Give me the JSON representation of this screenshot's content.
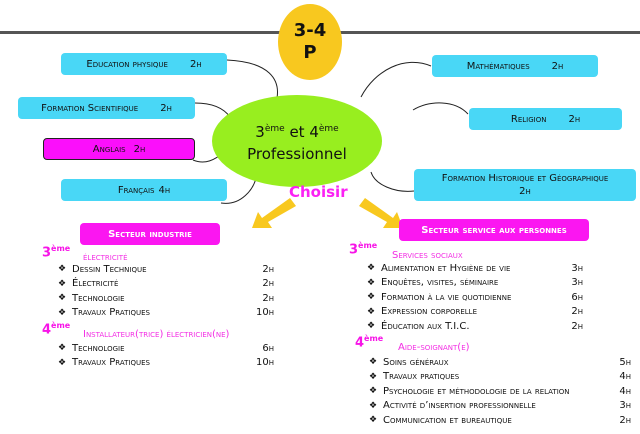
{
  "badge": {
    "line1": "3-4",
    "line2": "P"
  },
  "center": {
    "line1_a": "3",
    "sup1": "ème",
    "line1_b": " et 4",
    "sup2": "ème",
    "line2": "Professionnel"
  },
  "subjects_left": [
    {
      "label": "Education physique",
      "hours": "2h"
    },
    {
      "label": "Formation Scientifique",
      "hours": "2h"
    },
    {
      "label": "Anglais",
      "hours": "2h",
      "highlighted": true
    },
    {
      "label": "Français",
      "hours": "4h"
    }
  ],
  "subjects_right": [
    {
      "label": "Mathématiques",
      "hours": "2h"
    },
    {
      "label": "Religion",
      "hours": "2h"
    },
    {
      "label": "Formation Historique et Géographique",
      "hours": "2h"
    }
  ],
  "choose_label": "Choisir",
  "colors": {
    "cyan": "#49d7f6",
    "magenta": "#fb16f1",
    "green": "#98ee1f",
    "yellow": "#f8c81f"
  },
  "industry": {
    "title": "Secteur industrie",
    "year3": {
      "num": "3",
      "sup": "ème",
      "option": "électricité",
      "courses": [
        {
          "label": "Dessin Technique",
          "hours": "2h"
        },
        {
          "label": "Électricité",
          "hours": "2h"
        },
        {
          "label": "Technologie",
          "hours": "2h"
        },
        {
          "label": "Travaux Pratiques",
          "hours": "10h"
        }
      ]
    },
    "year4": {
      "num": "4",
      "sup": "ème",
      "option": "Installateur(trice) électricien(ne)",
      "courses": [
        {
          "label": "Technologie",
          "hours": "6h"
        },
        {
          "label": "Travaux Pratiques",
          "hours": "10h"
        }
      ]
    }
  },
  "services": {
    "title": "Secteur service aux personnes",
    "year3": {
      "num": "3",
      "sup": "ème",
      "option": "Services sociaux",
      "courses": [
        {
          "label": "Alimentation et Hygiène de vie",
          "hours": "3h"
        },
        {
          "label": "Enquêtes, visites, séminaire",
          "hours": "3h"
        },
        {
          "label": "Formation à la vie quotidienne",
          "hours": "6h"
        },
        {
          "label": "Expression corporelle",
          "hours": "2h"
        },
        {
          "label": "Éducation aux T.I.C.",
          "hours": "2h"
        }
      ]
    },
    "year4": {
      "num": "4",
      "sup": "ème",
      "option": "Aide-soignant(e)",
      "courses": [
        {
          "label": "Soins généraux",
          "hours": "5h"
        },
        {
          "label": "Travaux pratiques",
          "hours": "4h"
        },
        {
          "label": "Psychologie et méthodologie de la relation",
          "hours": "4h"
        },
        {
          "label": "Activité d’insertion professionnelle",
          "hours": "3h"
        },
        {
          "label": "Communication et bureautique",
          "hours": "2h"
        }
      ]
    }
  },
  "bullet_icon": "❖"
}
